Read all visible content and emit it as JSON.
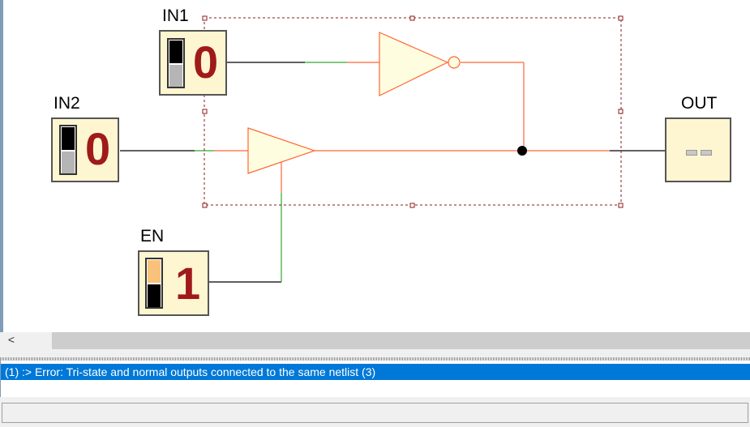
{
  "circuit": {
    "inputs": [
      {
        "label": "IN1",
        "value": "0",
        "switch_on": false
      },
      {
        "label": "IN2",
        "value": "0",
        "switch_on": false
      },
      {
        "label": "EN",
        "value": "1",
        "switch_on": true
      }
    ],
    "output": {
      "label": "OUT"
    }
  },
  "messages": {
    "error_line": "(1) :> Error: Tri-state and normal outputs connected to the same netlist (3)"
  },
  "scrollbar": {
    "left_arrow": "<"
  },
  "colors": {
    "wire_black": "#000000",
    "wire_red": "#ff6633",
    "wire_green": "#33a633",
    "gate_fill": "#fffde0",
    "selection": "#8b1a1a",
    "digit": "#a01a1a",
    "switch_on": "#f9c27a",
    "highlight": "#0078d7"
  }
}
